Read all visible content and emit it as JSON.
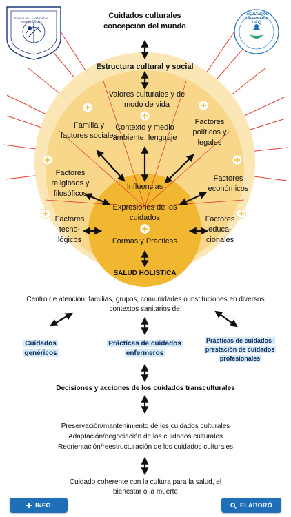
{
  "header": {
    "title_line1": "Cuidados culturales",
    "title_line2": "concepción del mundo",
    "left_logo_name": "university-seal",
    "left_logo_text": "EDUCO EN LA VERDAD Y EN EL HONOR",
    "right_logo_text": "FACULTAD DE ENFERMERÍA",
    "right_logo_abbr": "UAQ"
  },
  "sunrise": {
    "structure_label": "Estructura cultural y social",
    "values_label": "Valores culturales y de modo de vida",
    "family_label": "Familia y factores sociales",
    "context_label": "Contexto y medio ambiente, lenguaje",
    "political_label": "Factores políticos y legales",
    "religious_label": "Factores religiosos y filosóficos",
    "economic_label": "Factores económicos",
    "tech_label": "Factores tecno-lógicos",
    "edu_label": "Factores educa-cionales",
    "influences_label": "Influencias",
    "expressions_label": "Expresiones de los cuidados",
    "forms_label": "Formas y Practicas",
    "holistic_label": "SALUD HOLISTICA",
    "colors": {
      "outer": "#fbe6b5",
      "middle": "#f8d68a",
      "inner": "#f2b730",
      "rays": "#e63a2e"
    }
  },
  "care": {
    "context_text": "Centro de atención: familias, grupos, comunidades o instituciones en diversos contextos sanitarios de:",
    "generic_label": "Cuidados genéricos",
    "nursing_label": "Prácticas de cuidados enfermeros",
    "professional_label": "Prácticas de cuidados-prestación de cuidados profesionales",
    "decisions_label": "Decisiones y acciones de los cuidados transculturales",
    "preservation_label": "Preservación/mantenimiento de los cuidados culturales",
    "adaptation_label": "Adaptación/negociación de los cuidados culturales",
    "restructuring_label": "Reorientación/reestructuración de los cuidados culturales",
    "outcome_label": "Cuidado coherente con la cultura para la salud, el bienestar o la muerte"
  },
  "buttons": {
    "info_label": "INFO",
    "info_icon": "plus-icon",
    "author_label": "ELABORÓ",
    "author_icon": "search-icon",
    "color": "#1f6fb8"
  }
}
